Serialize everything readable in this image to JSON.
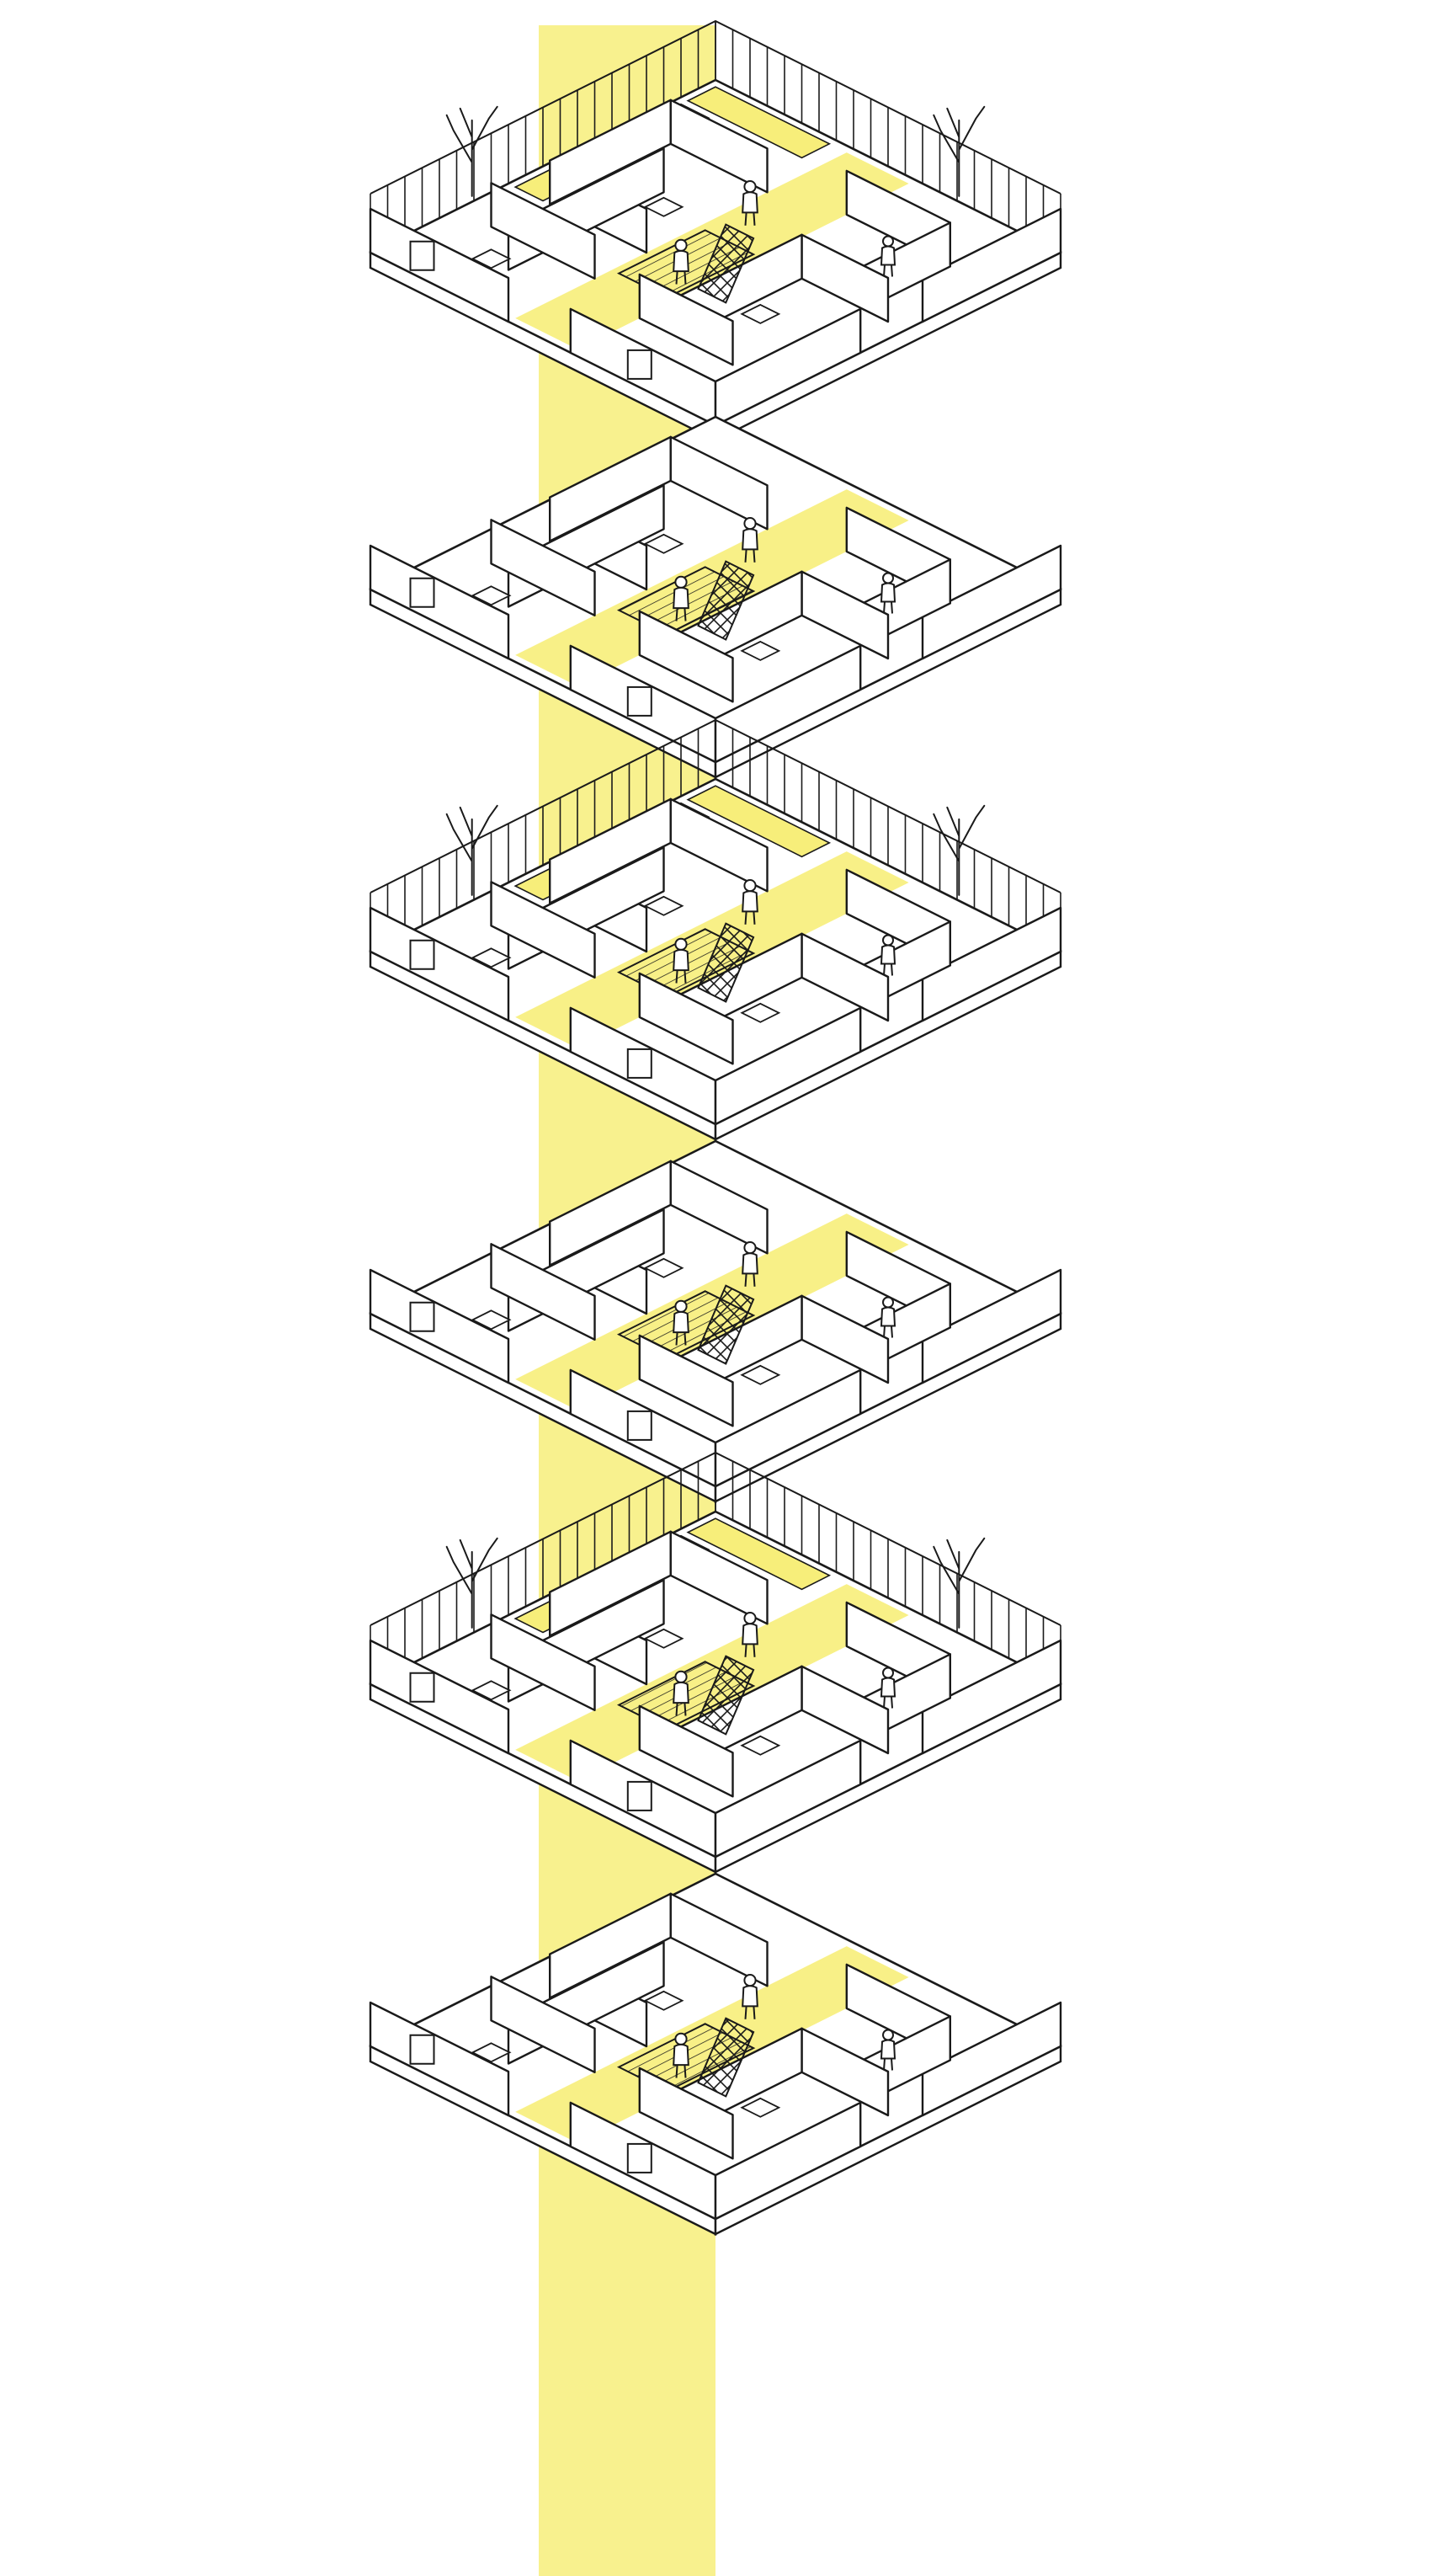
{
  "drawing": {
    "style": "hand-drawn exploded isometric axonometric",
    "accent_color": "#f7ee7a",
    "line_color": "#1a1a1a",
    "background_color": "#ffffff",
    "floor_count": 6,
    "floors": [
      {
        "level": 6,
        "has_roof_garden": true,
        "has_people": true
      },
      {
        "level": 5,
        "has_roof_garden": false,
        "has_people": true
      },
      {
        "level": 4,
        "has_roof_garden": true,
        "has_people": true
      },
      {
        "level": 3,
        "has_roof_garden": false,
        "has_people": true
      },
      {
        "level": 2,
        "has_roof_garden": true,
        "has_people": true
      },
      {
        "level": 1,
        "has_roof_garden": false,
        "has_people": true
      }
    ]
  }
}
